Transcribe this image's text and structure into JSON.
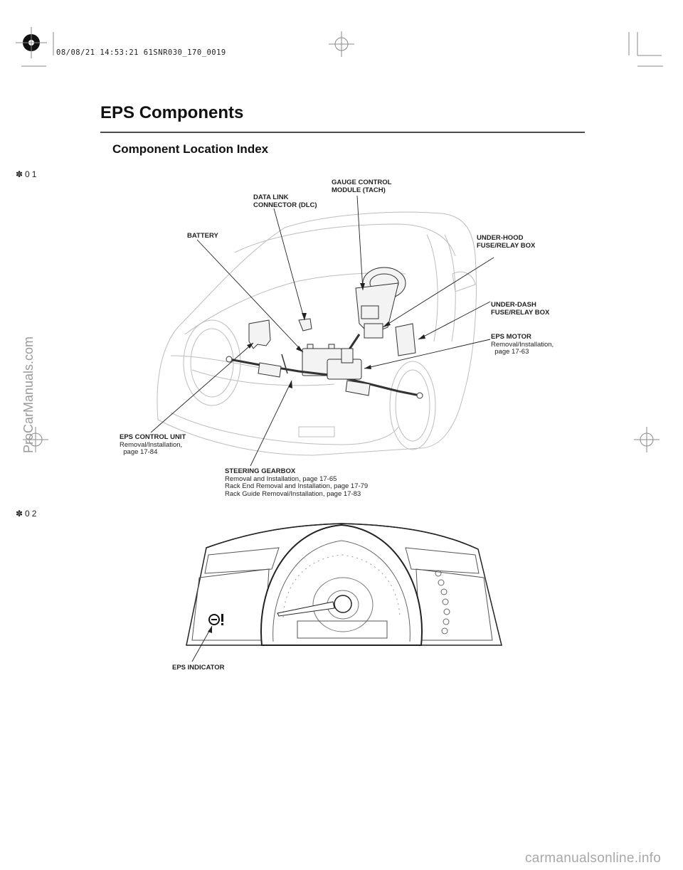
{
  "print_stamp": "08/08/21 14:53:21 61SNR030_170_0019",
  "section_title": "EPS Components",
  "subtitle": "Component Location Index",
  "markers": {
    "m1": "✽01",
    "m2": "✽02"
  },
  "labels": {
    "gauge_control_module": "GAUGE CONTROL\nMODULE (TACH)",
    "data_link_connector": "DATA LINK\nCONNECTOR (DLC)",
    "battery": "BATTERY",
    "under_hood_box": "UNDER-HOOD\nFUSE/RELAY BOX",
    "under_dash_box": "UNDER-DASH\nFUSE/RELAY BOX",
    "eps_motor": "EPS MOTOR",
    "eps_motor_ref": "Removal/Installation,\n  page 17-63",
    "eps_control_unit": "EPS CONTROL UNIT",
    "eps_control_unit_ref": "Removal/Installation,\n  page 17-84",
    "steering_gearbox": "STEERING GEARBOX",
    "steering_gearbox_ref1": "Removal and Installation, page 17-65",
    "steering_gearbox_ref2": "Rack End Removal and Installation, page 17-79",
    "steering_gearbox_ref3": "Rack Guide Removal/Installation, page 17-83",
    "eps_indicator": "EPS INDICATOR"
  },
  "watermarks": {
    "side": "ProCarManuals.com",
    "bottom": "carmanualsonline.info"
  }
}
